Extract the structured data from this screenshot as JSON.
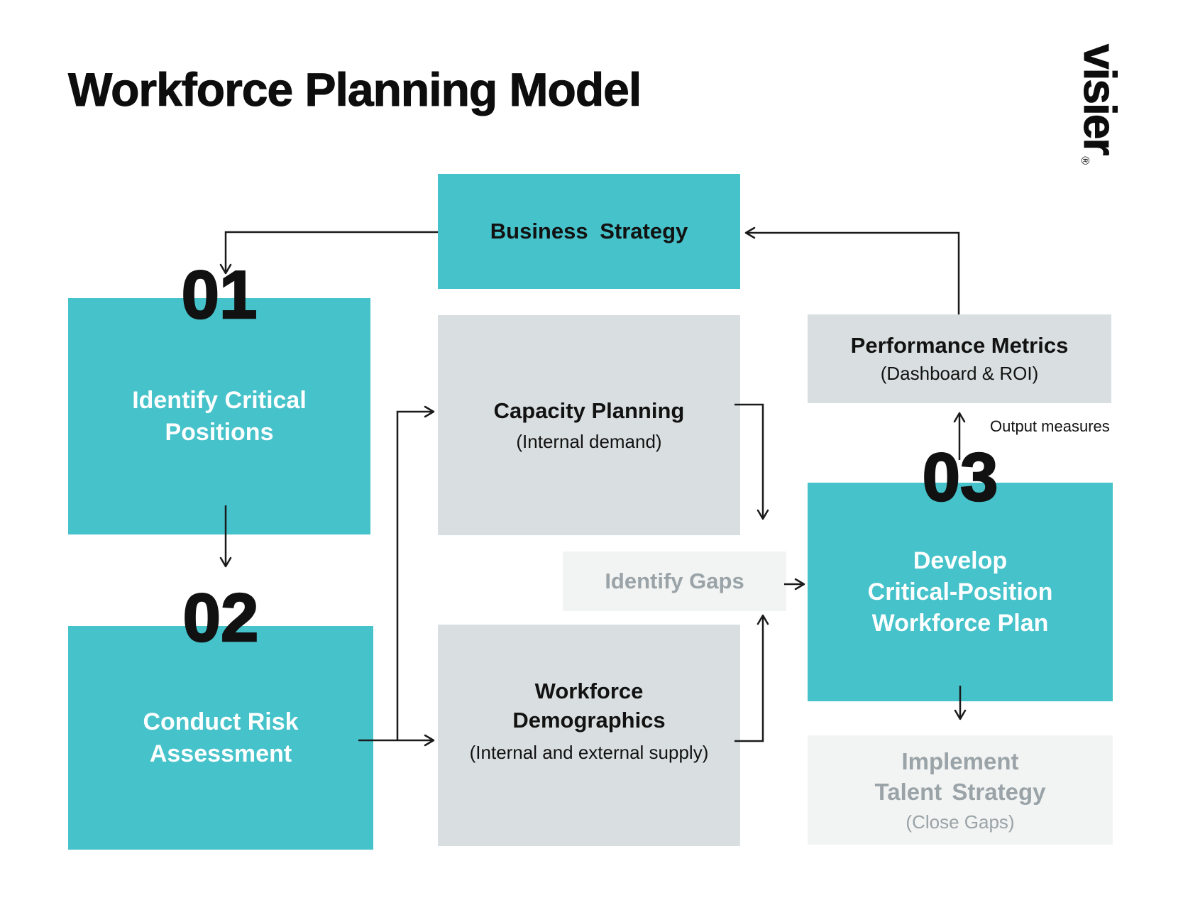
{
  "title": "Workforce Planning Model",
  "brand": {
    "logo_text": "visier",
    "registered_mark": "®"
  },
  "colors": {
    "teal": "#45c2ca",
    "panel_gray": "#d9dfe0",
    "panel_light": "#f2f3f3",
    "muted_text": "#9aa3a7",
    "ink": "#121212"
  },
  "nodes": {
    "business_strategy": {
      "label": "Business Strategy"
    },
    "step_01": {
      "number": "01",
      "label": "Identify Critical\nPositions"
    },
    "step_02": {
      "number": "02",
      "label": "Conduct Risk\nAssessment"
    },
    "capacity_planning": {
      "title": "Capacity Planning",
      "subtitle": "(Internal demand)"
    },
    "workforce_demographics": {
      "title": "Workforce\nDemographics",
      "subtitle": "(Internal and external supply)"
    },
    "identify_gaps": {
      "label": "Identify Gaps"
    },
    "performance_metrics": {
      "title": "Performance Metrics",
      "subtitle": "(Dashboard & ROI)"
    },
    "step_03": {
      "number": "03",
      "label": "Develop\nCritical-Position\nWorkforce Plan"
    },
    "implement_talent_strategy": {
      "title": "Implement\nTalent Strategy",
      "subtitle": "(Close Gaps)"
    }
  },
  "annotations": {
    "output_measures": "Output measures"
  }
}
